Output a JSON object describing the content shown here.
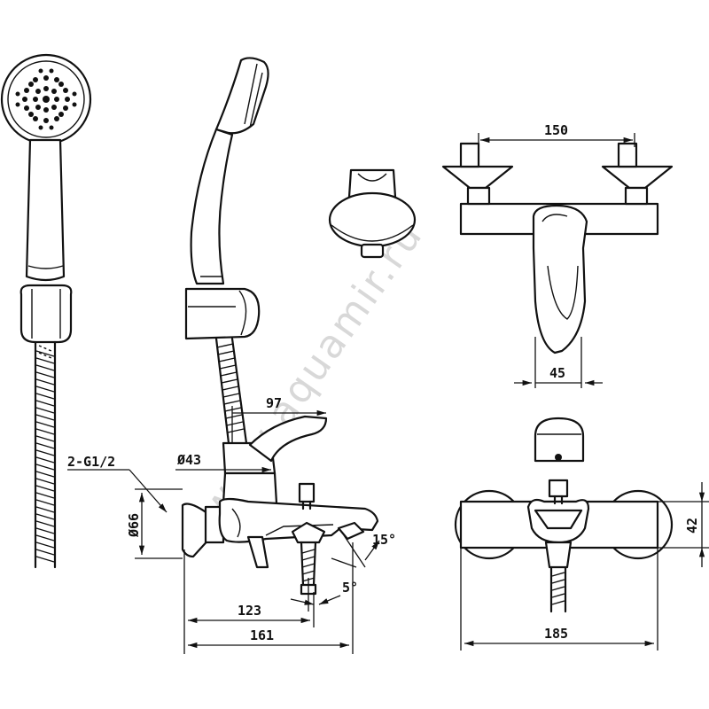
{
  "watermark": "www.aquamir.ru",
  "dimensions": {
    "spout_reach": "97",
    "body_diameter": "Ø43",
    "thread": "2-G1/2",
    "rosette_diameter": "Ø66",
    "base_to_spout": "123",
    "total_depth": "161",
    "diverter_angle": "15°",
    "spout_angle": "5°",
    "center_distance": "150",
    "lever_width": "45",
    "body_height": "42",
    "total_width": "185"
  }
}
